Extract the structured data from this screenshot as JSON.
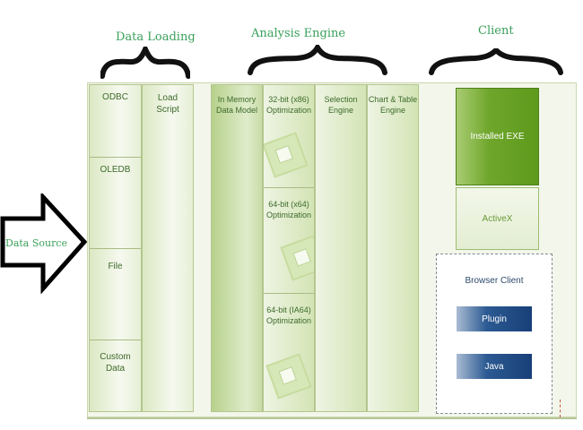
{
  "headers": {
    "data_loading": "Data Loading",
    "analysis_engine": "Analysis Engine",
    "client": "Client"
  },
  "data_source": {
    "label": "Data Source",
    "icon": "right-arrow-icon"
  },
  "data_loading": {
    "sources": [
      "ODBC",
      "OLEDB",
      "File",
      "Custom Data"
    ],
    "load_script": "Load Script"
  },
  "analysis_engine": {
    "in_memory": "In Memory Data Model",
    "optimizations": [
      "32-bit (x86) Optimization",
      "64-bit (x64) Optimization",
      "64-bit (IA64) Optimization"
    ],
    "selection_engine": "Selection Engine",
    "chart_table_engine": "Chart & Table Engine"
  },
  "client": {
    "installed_exe": "Installed EXE",
    "activex": "ActiveX",
    "browser_client": {
      "title": "Browser Client",
      "plugin": "Plugin",
      "java": "Java"
    }
  },
  "colors": {
    "title_green": "#3aa05a",
    "exe_green": "#5e9a1c",
    "browser_blue": "#183f78"
  }
}
